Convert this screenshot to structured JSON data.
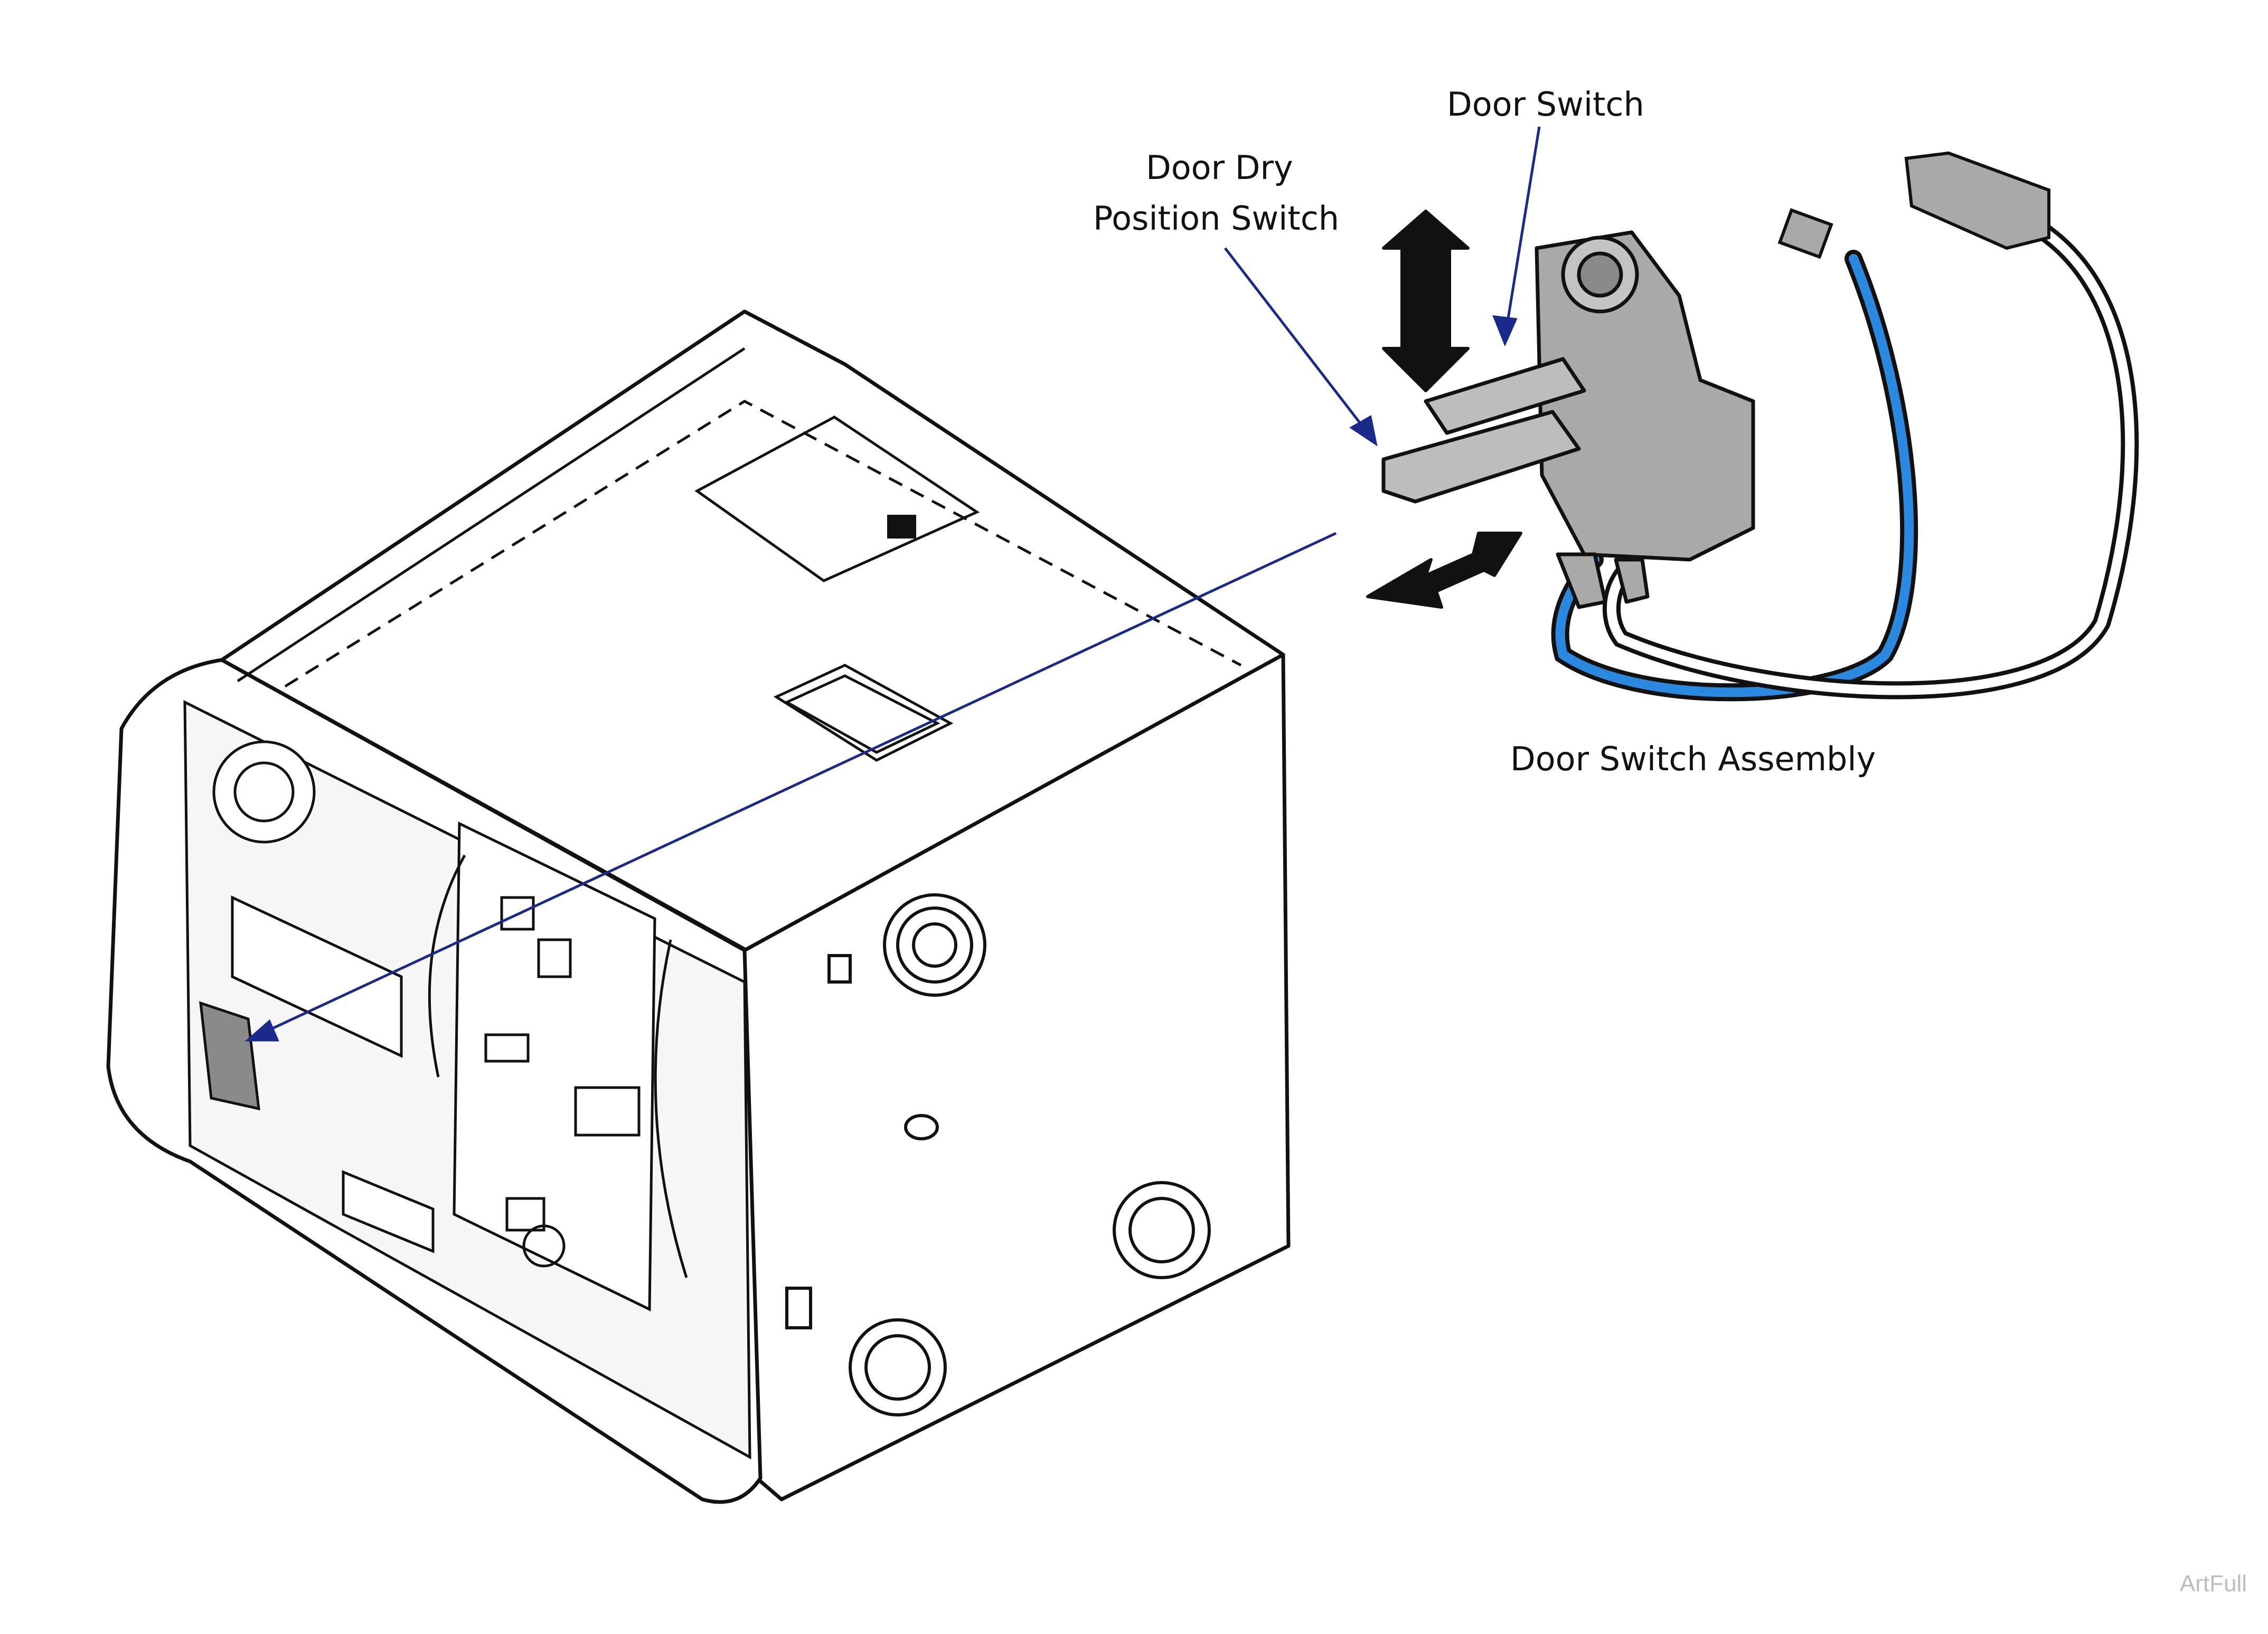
{
  "labels": {
    "door_switch": "Door Switch",
    "door_dry_line1": "Door Dry",
    "door_dry_line2": "Position Switch",
    "assembly": "Door Switch Assembly"
  },
  "footer": "ArtFull",
  "colors": {
    "leader": "#1a2a8a",
    "wire_blue": "#2b8ae0",
    "line": "#111111",
    "part_gray": "#a9a9a9"
  }
}
